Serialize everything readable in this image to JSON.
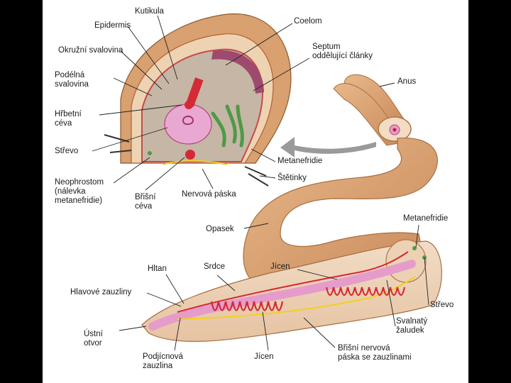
{
  "labels": {
    "kutikula": "Kutikula",
    "epidermis": "Epidermis",
    "okruzni": "Okružní svalovina",
    "podelna": "Podélná\nsvalovina",
    "hrbetni": "Hřbetní\ncéva",
    "strevo_left": "Střevo",
    "neophrostom": "Neophrostom\n(nálevka\nmetanefridie)",
    "brisni_ceva": "Břišní\ncéva",
    "nervova_paska": "Nervová páska",
    "coelom": "Coelom",
    "septum": "Septum\noddělující články",
    "anus": "Anus",
    "metanefridie_cross": "Metanefridie",
    "stetinky": "Štětinky",
    "opasek": "Opasek",
    "metanefridie_body": "Metanefridie",
    "strevo_right": "Střevo",
    "svalnaty": "Svalnatý\nžaludek",
    "brisni_nervova": "Břišní nervová\npáska se zauzlinami",
    "jicen_bottom": "Jícen",
    "podjicnova": "Podjícnová\nzauzlina",
    "ustni": "Ústní\notvor",
    "hlavove": "Hlavové zauzliny",
    "hltan": "Hltan",
    "srdce": "Srdce",
    "jicen_top": "Jícen"
  },
  "colors": {
    "skin": "#d9a070",
    "skin_dark": "#b87a48",
    "vessel": "#d42a36",
    "gut": "#e9a8d2",
    "nephridia": "#4f9a45",
    "nerve": "#f2d020",
    "arrow": "#9a9a9a"
  }
}
